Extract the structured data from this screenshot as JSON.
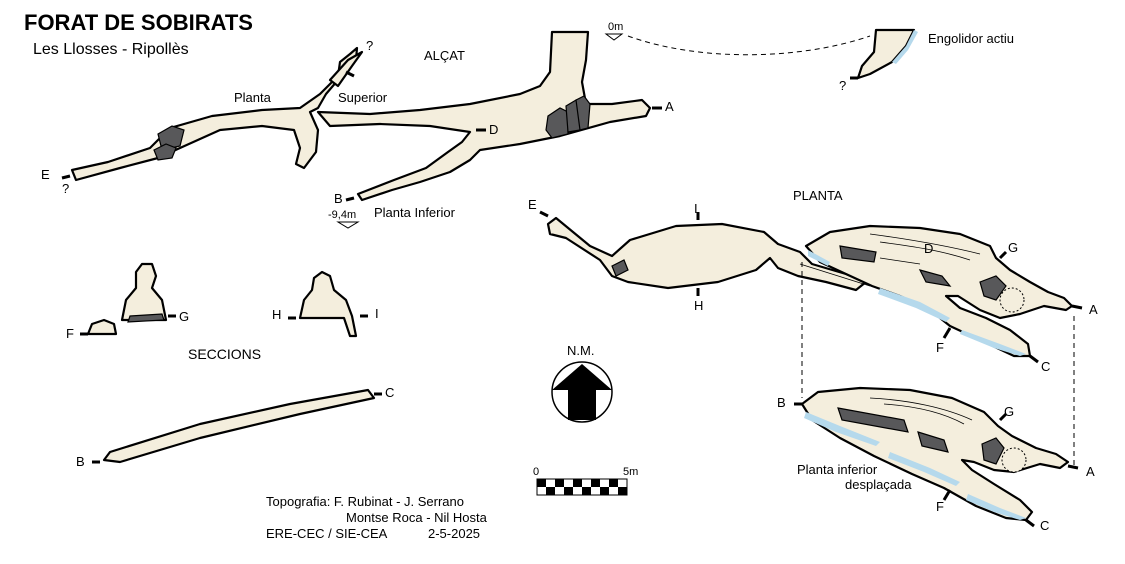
{
  "title": "FORAT DE SOBIRATS",
  "subtitle": "Les Llosses  -  Ripollès",
  "views": {
    "elevation": "ALÇAT",
    "plan": "PLANTA",
    "sections": "SECCIONS",
    "displaced_lower": "Planta inferior",
    "displaced_lower_2": "desplaçada"
  },
  "annotations": {
    "upper_level_1": "Planta",
    "upper_level_2": "Superior",
    "lower_level": "Planta Inferior",
    "sink": "Engolidor actiu",
    "datum": "0m",
    "depth": "-9,4m",
    "unknown": "?"
  },
  "stations": {
    "a": "A",
    "b": "B",
    "c": "C",
    "d": "D",
    "e": "E",
    "f": "F",
    "g": "G",
    "h": "H",
    "i": "I"
  },
  "north_arrow": "N.M.",
  "scale_bar": {
    "start": "0",
    "end": "5m",
    "segments": 10
  },
  "credits": {
    "line1": "Topografia: F. Rubinat - J. Serrano",
    "line2": "Montse Roca - Nil Hosta",
    "line3_org": "ERE-CEC / SIE-CEA",
    "line3_date": "2-5-2025"
  },
  "colors": {
    "cave_fill": "#f4eedd",
    "water": "#b5d9ec",
    "boulders": "#58585a",
    "outline": "#000000"
  }
}
